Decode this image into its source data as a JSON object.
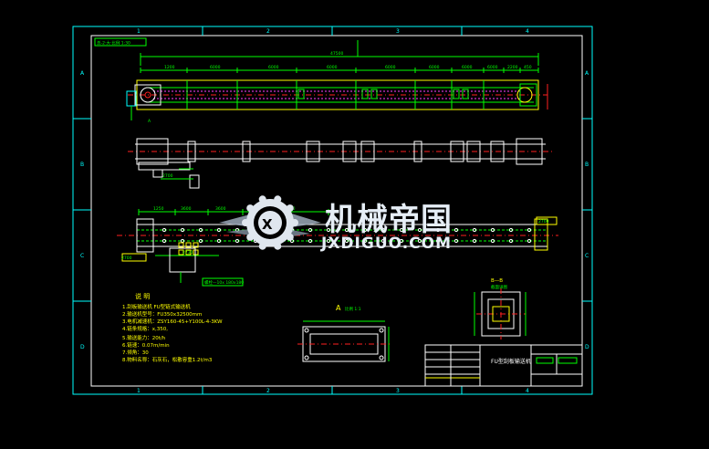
{
  "title_tag": "总-2·大·比例 1:30",
  "grid": {
    "cols_top": [
      "1",
      "2",
      "3",
      "4"
    ],
    "cols_bottom": [
      "1",
      "2",
      "3",
      "4"
    ],
    "rows_left": [
      "A",
      "B",
      "C",
      "D"
    ],
    "rows_right": [
      "A",
      "B",
      "C",
      "D"
    ]
  },
  "dims": {
    "overall": "47500",
    "segments": [
      "1200",
      "6000",
      "6000",
      "6000",
      "6000",
      "6000",
      "6000",
      "6000",
      "2200",
      "450"
    ],
    "plan": [
      "1250",
      "3600",
      "3600",
      "3600",
      "3600"
    ],
    "side_left": "2700",
    "side_right": "2700",
    "plan_side": "2700",
    "stand_left": "2730",
    "stand_label": "螺栓—10x 180x180"
  },
  "notes": {
    "heading": "说  明",
    "items": [
      "1.刮板输送机 FU型链式输送机",
      "2.输送机型号：FU350x32500mm",
      "3.电机减速机：ZSY160-45+Y100L-4-3KW",
      "4.链条规格：x,350,",
      "5.输送能力：20t/h",
      "6.链速：0.07m/min",
      "7.倾角：30",
      "8.物料名称：石灰石，松散容重1.2t/m3"
    ]
  },
  "section_a": {
    "label": "A",
    "sub": "比例 1:1"
  },
  "section_b": {
    "label": "B—B",
    "sub": "截面详图"
  },
  "title_block": {
    "drawing_name": "FU型刮板输送机"
  },
  "watermark": {
    "cn": "机械帝国",
    "en": "JXDIGUO.COM"
  },
  "colors": {
    "frame": "#00ffff",
    "centerline": "#ff2020",
    "chain": "#ff40ff",
    "body": "#ffffff",
    "dims": "#00ff00",
    "anno": "#ffff00"
  }
}
